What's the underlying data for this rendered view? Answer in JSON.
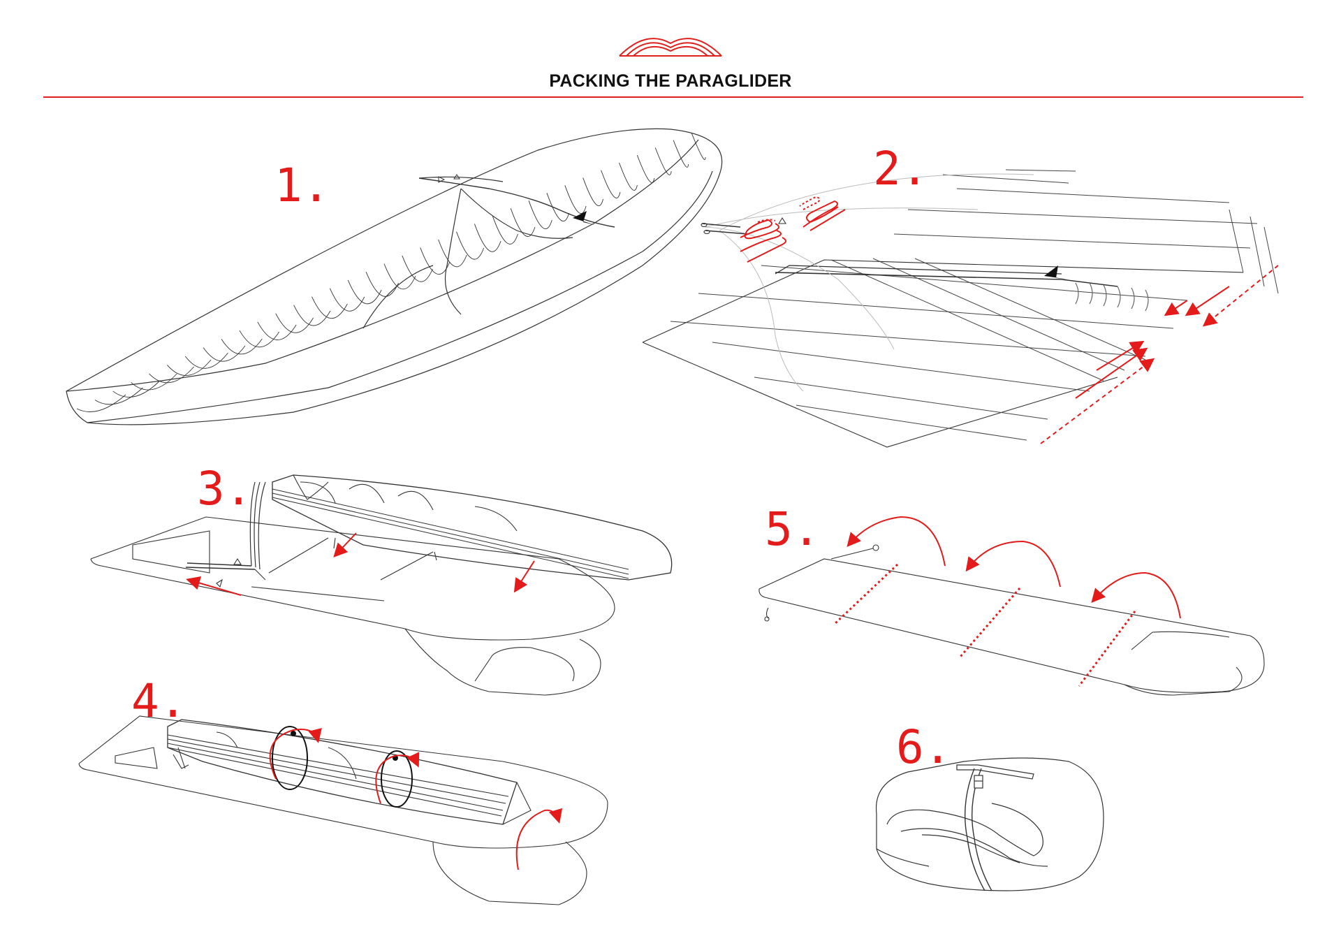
{
  "header": {
    "title": "PACKING THE PARAGLIDER"
  },
  "steps": [
    {
      "number": "1."
    },
    {
      "number": "2."
    },
    {
      "number": "3."
    },
    {
      "number": "4."
    },
    {
      "number": "5."
    },
    {
      "number": "6."
    }
  ],
  "colors": {
    "accent": "#e0201c",
    "line": "#333333",
    "ink": "#111111",
    "background": "#ffffff"
  }
}
